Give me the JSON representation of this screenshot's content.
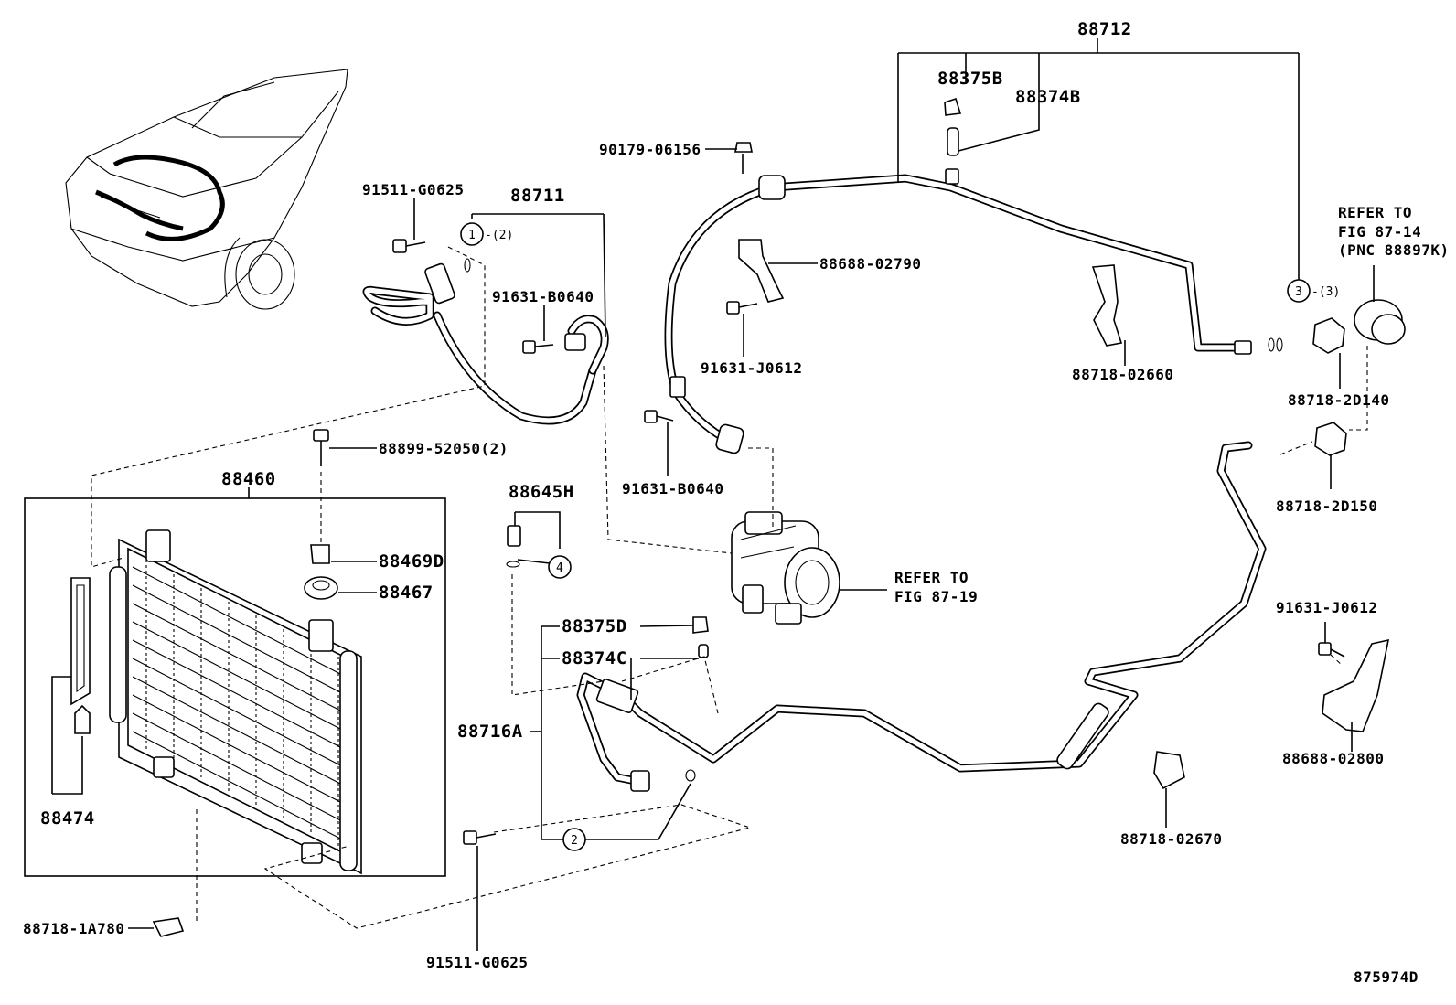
{
  "labels": {
    "p88712": "88712",
    "p88375B": "88375B",
    "p88374B": "88374B",
    "p90179": "90179-06156",
    "p91511_top": "91511-G0625",
    "p88711": "88711",
    "c1": "1",
    "c1_qty": "-(2)",
    "p91631_B0640_top": "91631-B0640",
    "p88688_02790": "88688-02790",
    "p91631_J0612_mid": "91631-J0612",
    "p88718_02660": "88718-02660",
    "c3": "3",
    "c3_qty": "-(3)",
    "refer_fig8714_1": "REFER TO",
    "refer_fig8714_2": "FIG 87-14",
    "refer_fig8714_3": "(PNC 88897K)",
    "p88718_2D140": "88718-2D140",
    "p88718_2D150": "88718-2D150",
    "p88899": "88899-52050(2)",
    "p91631_B0640_mid": "91631-B0640",
    "p88460": "88460",
    "p88645H": "88645H",
    "c4": "4",
    "p88469D": "88469D",
    "p88467": "88467",
    "refer_fig8719_1": "REFER TO",
    "refer_fig8719_2": "FIG 87-19",
    "p88375D": "88375D",
    "p88374C": "88374C",
    "p88716A": "88716A",
    "p91631_J0612_right": "91631-J0612",
    "p88688_02800": "88688-02800",
    "p88474": "88474",
    "c2": "2",
    "p88718_02670": "88718-02670",
    "p88718_1A780": "88718-1A780",
    "p91511_bottom": "91511-G0625",
    "figure_id": "875974D"
  }
}
